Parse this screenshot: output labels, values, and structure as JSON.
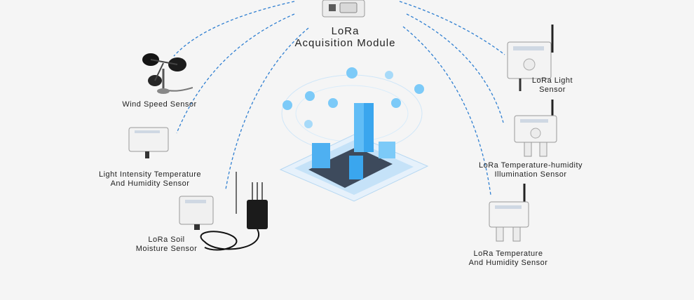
{
  "hub": {
    "title_lines": [
      "LoRa",
      "Acquisition Module"
    ]
  },
  "left_sensors": [
    {
      "name_lines": [
        "Wind Speed Sensor"
      ]
    },
    {
      "name_lines": [
        "Light Intensity Temperature",
        "And Humidity Sensor"
      ]
    },
    {
      "name_lines": [
        "LoRa Soil",
        "Moisture Sensor"
      ]
    }
  ],
  "right_sensors": [
    {
      "name_lines": [
        "LoRa Light",
        "Sensor"
      ]
    },
    {
      "name_lines": [
        "LoRa Temperature-humidity",
        "Illumination Sensor"
      ]
    },
    {
      "name_lines": [
        "LoRa Temperature",
        "And Humidity Sensor"
      ]
    }
  ],
  "colors": {
    "link": "#2f7fd1",
    "city_accent": "#3aa6ee",
    "background": "#f5f5f5"
  },
  "icons": [
    "anemometer-icon",
    "sensor-box-icon",
    "soil-probe-icon",
    "antenna-icon",
    "smart-city-icon"
  ]
}
